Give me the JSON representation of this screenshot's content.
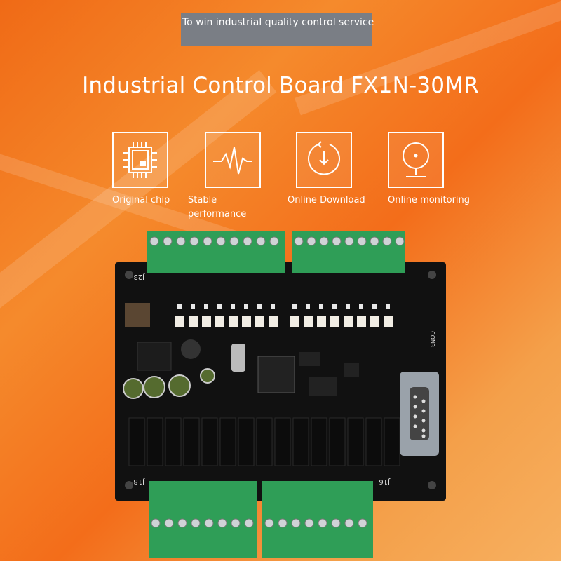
{
  "banner": {
    "text": "To win industrial quality control service"
  },
  "headline": "Industrial Control Board FX1N-30MR",
  "features": [
    {
      "icon": "chip-icon",
      "label": "Original chip"
    },
    {
      "icon": "waveform-icon",
      "label": "Stable performance"
    },
    {
      "icon": "download-icon",
      "label": "Online Download"
    },
    {
      "icon": "monitor-icon",
      "label": "Online monitoring"
    }
  ],
  "board": {
    "silkscreen": {
      "input_header": "J23",
      "output_header": "J18",
      "right_header": "J16",
      "comm_label": "CON3"
    },
    "relay_count": 15,
    "led_count": 16
  },
  "colors": {
    "background": "#f36d1a",
    "banner": "#7a7e85",
    "terminal_green": "#2f9e57",
    "pcb": "#111111"
  }
}
